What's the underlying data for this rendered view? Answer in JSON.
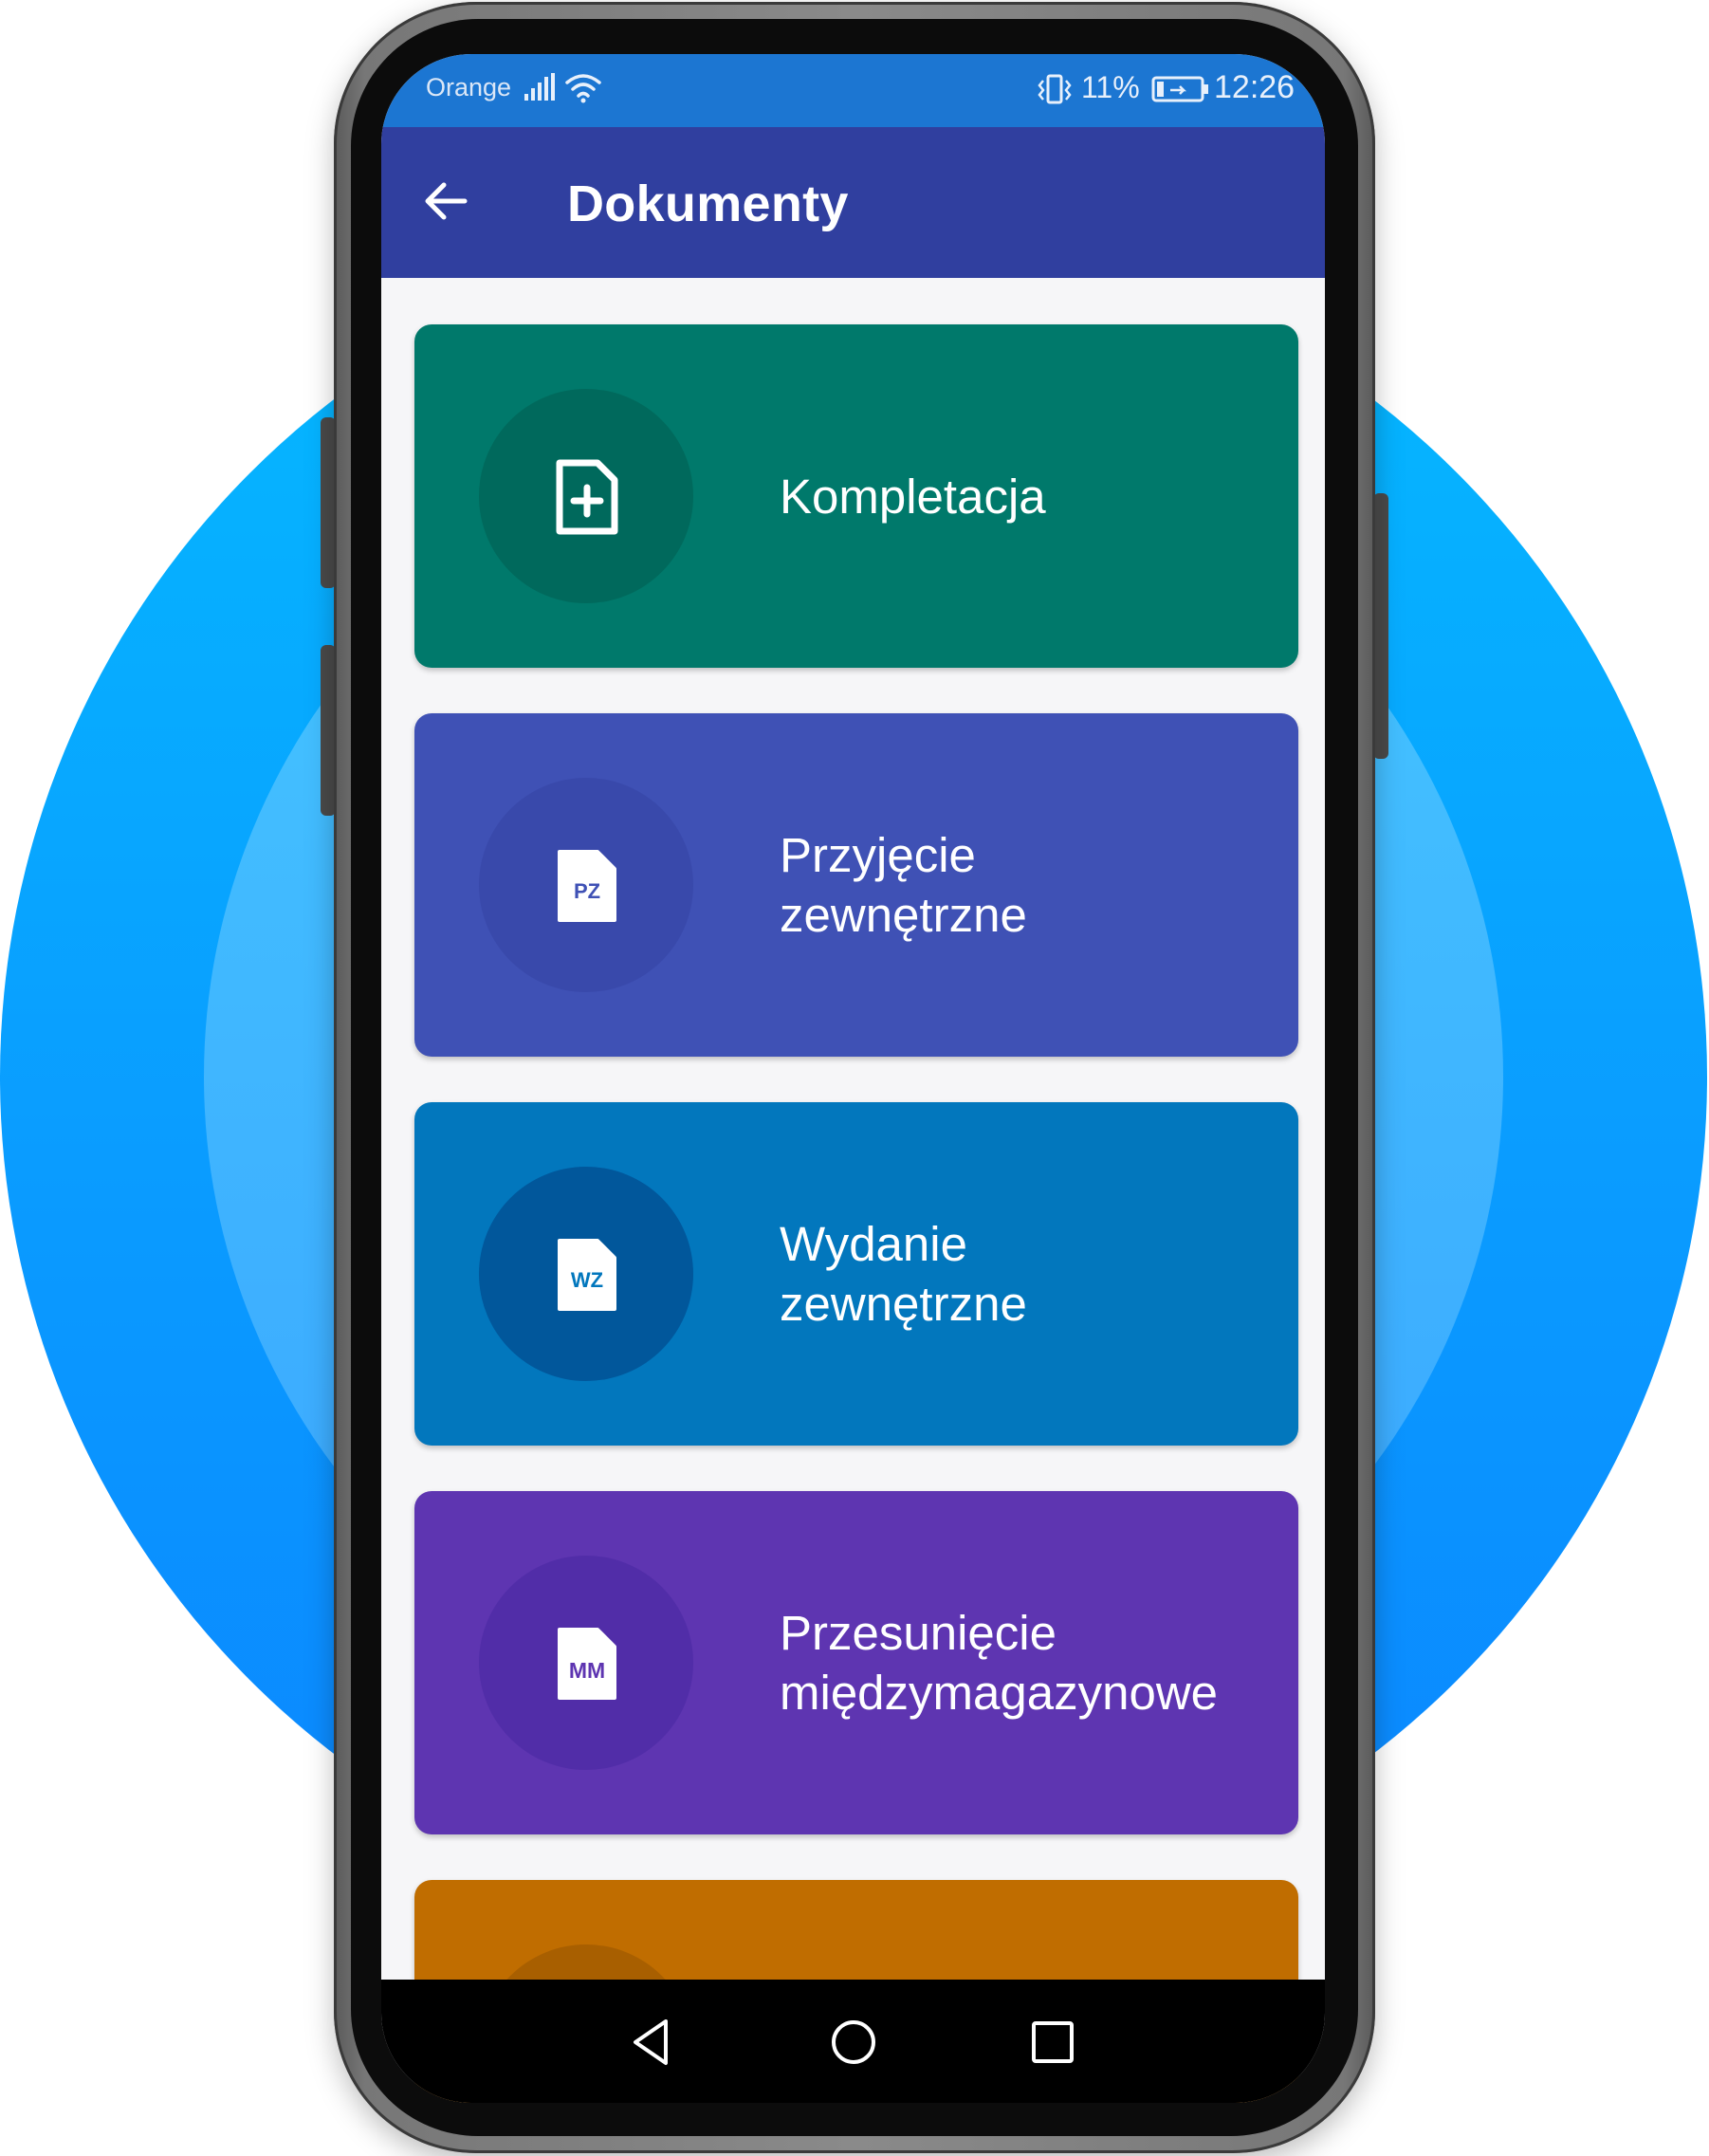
{
  "status_bar": {
    "carrier": "Orange",
    "battery_percent": "11%",
    "time": "12:26",
    "icons": [
      "signal-icon",
      "wifi-icon",
      "vibrate-icon",
      "battery-charging-icon"
    ]
  },
  "app_bar": {
    "title": "Dokumenty",
    "back_icon": "arrow-left-icon"
  },
  "cards": [
    {
      "label": "Kompletacja",
      "icon": "file-plus-icon",
      "icon_text": "",
      "color": "#00796b",
      "circle_color": "#00695c"
    },
    {
      "label": "Przyjęcie\nzewnętrzne",
      "icon": "file-pz-icon",
      "icon_text": "PZ",
      "color": "#3f51b5",
      "circle_color": "#3949ab"
    },
    {
      "label": "Wydanie\nzewnętrzne",
      "icon": "file-wz-icon",
      "icon_text": "WZ",
      "color": "#0277bd",
      "circle_color": "#01579b"
    },
    {
      "label": "Przesunięcie\nmiędzymagazynowe",
      "icon": "file-mm-icon",
      "icon_text": "MM",
      "color": "#5e35b1",
      "circle_color": "#512da8"
    },
    {
      "label": "",
      "icon": "file-icon",
      "icon_text": "",
      "color": "#c06d00",
      "circle_color": "#a85f00"
    }
  ],
  "nav_bar": {
    "buttons": [
      "back-triangle-icon",
      "home-circle-icon",
      "recents-square-icon"
    ]
  },
  "colors": {
    "status_bar": "#1c76d2",
    "app_bar": "#303f9f",
    "screen_bg": "#f6f6f8"
  }
}
